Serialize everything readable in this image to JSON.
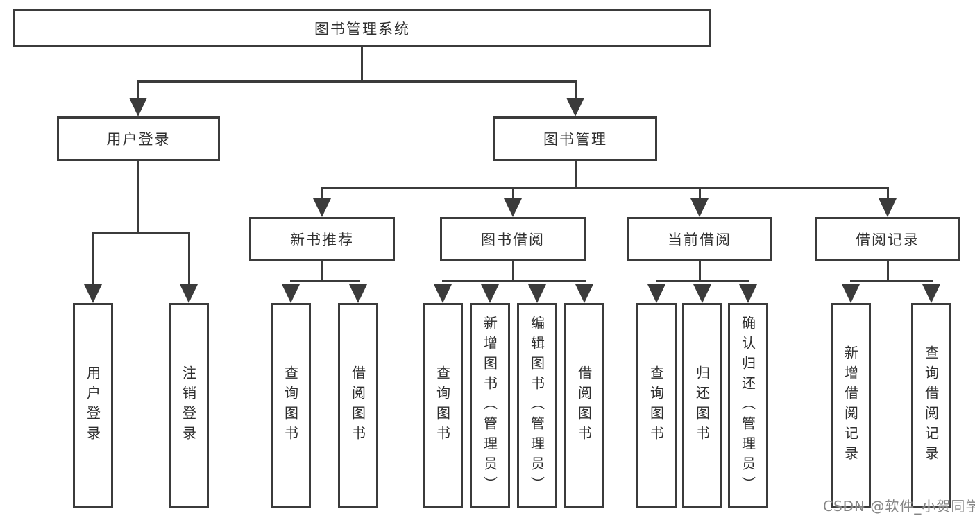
{
  "diagram": {
    "root": "图书管理系统",
    "level1": {
      "user_login": "用户登录",
      "book_mgmt": "图书管理"
    },
    "level2": {
      "new_books": "新书推荐",
      "borrow": "图书借阅",
      "current": "当前借阅",
      "records": "借阅记录"
    },
    "leaves": {
      "user_login": [
        "用户登录",
        "注销登录"
      ],
      "new_books": [
        "查询图书",
        "借阅图书"
      ],
      "borrow": [
        "查询图书",
        "新增图书（管理员）",
        "编辑图书（管理员）",
        "借阅图书"
      ],
      "current": [
        "查询图书",
        "归还图书",
        "确认归还（管理员）"
      ],
      "records": [
        "新增借阅记录",
        "查询借阅记录"
      ]
    },
    "watermark": "CSDN @软件_小贺同学",
    "colors": {
      "line": "#3b3b3b",
      "text": "#2f2f2f",
      "watermark": "#848484",
      "background": "#ffffff"
    }
  }
}
